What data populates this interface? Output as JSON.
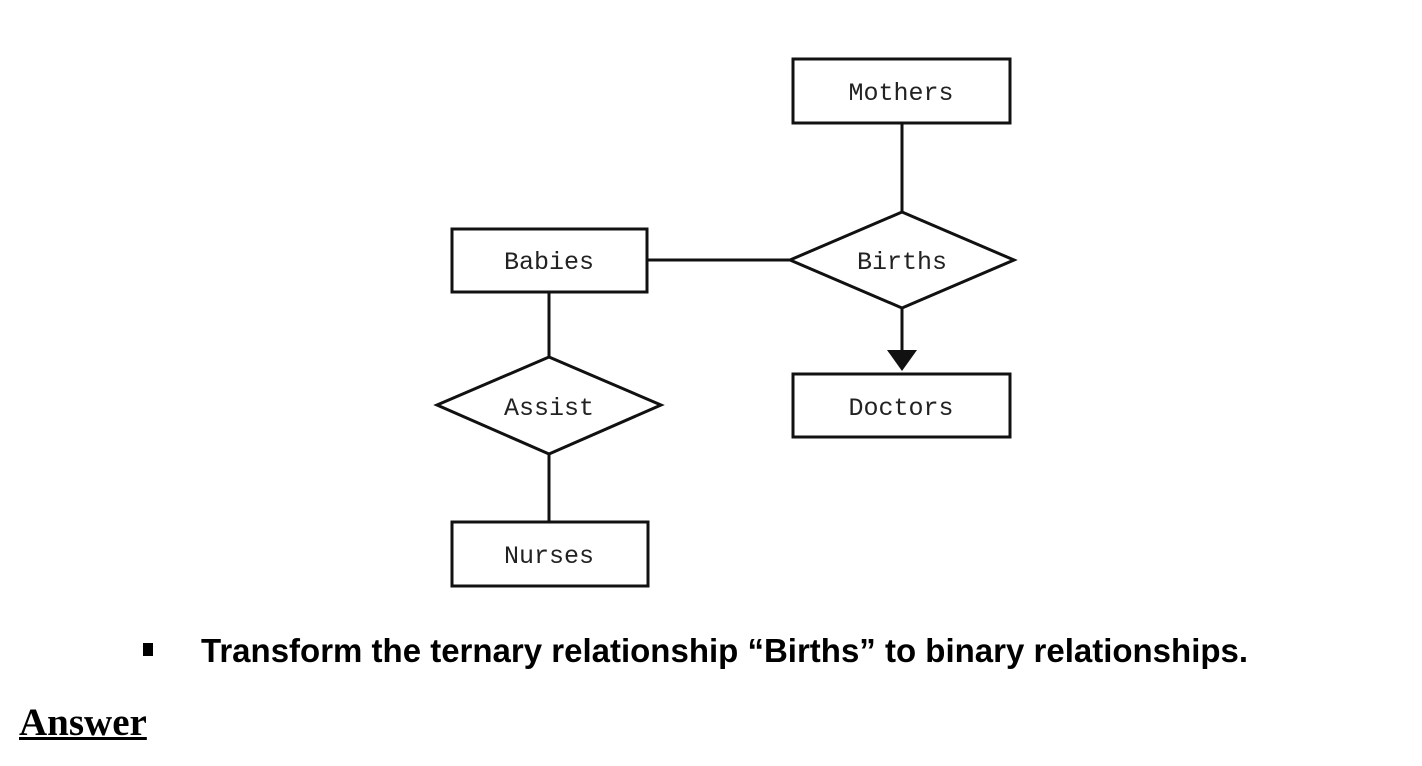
{
  "diagram": {
    "entities": {
      "mothers": "Mothers",
      "babies": "Babies",
      "doctors": "Doctors",
      "nurses": "Nurses"
    },
    "relationships": {
      "births": "Births",
      "assist": "Assist"
    }
  },
  "task": {
    "text": "Transform the ternary relationship “Births” to binary relationships."
  },
  "answer": {
    "heading": "Answer"
  }
}
